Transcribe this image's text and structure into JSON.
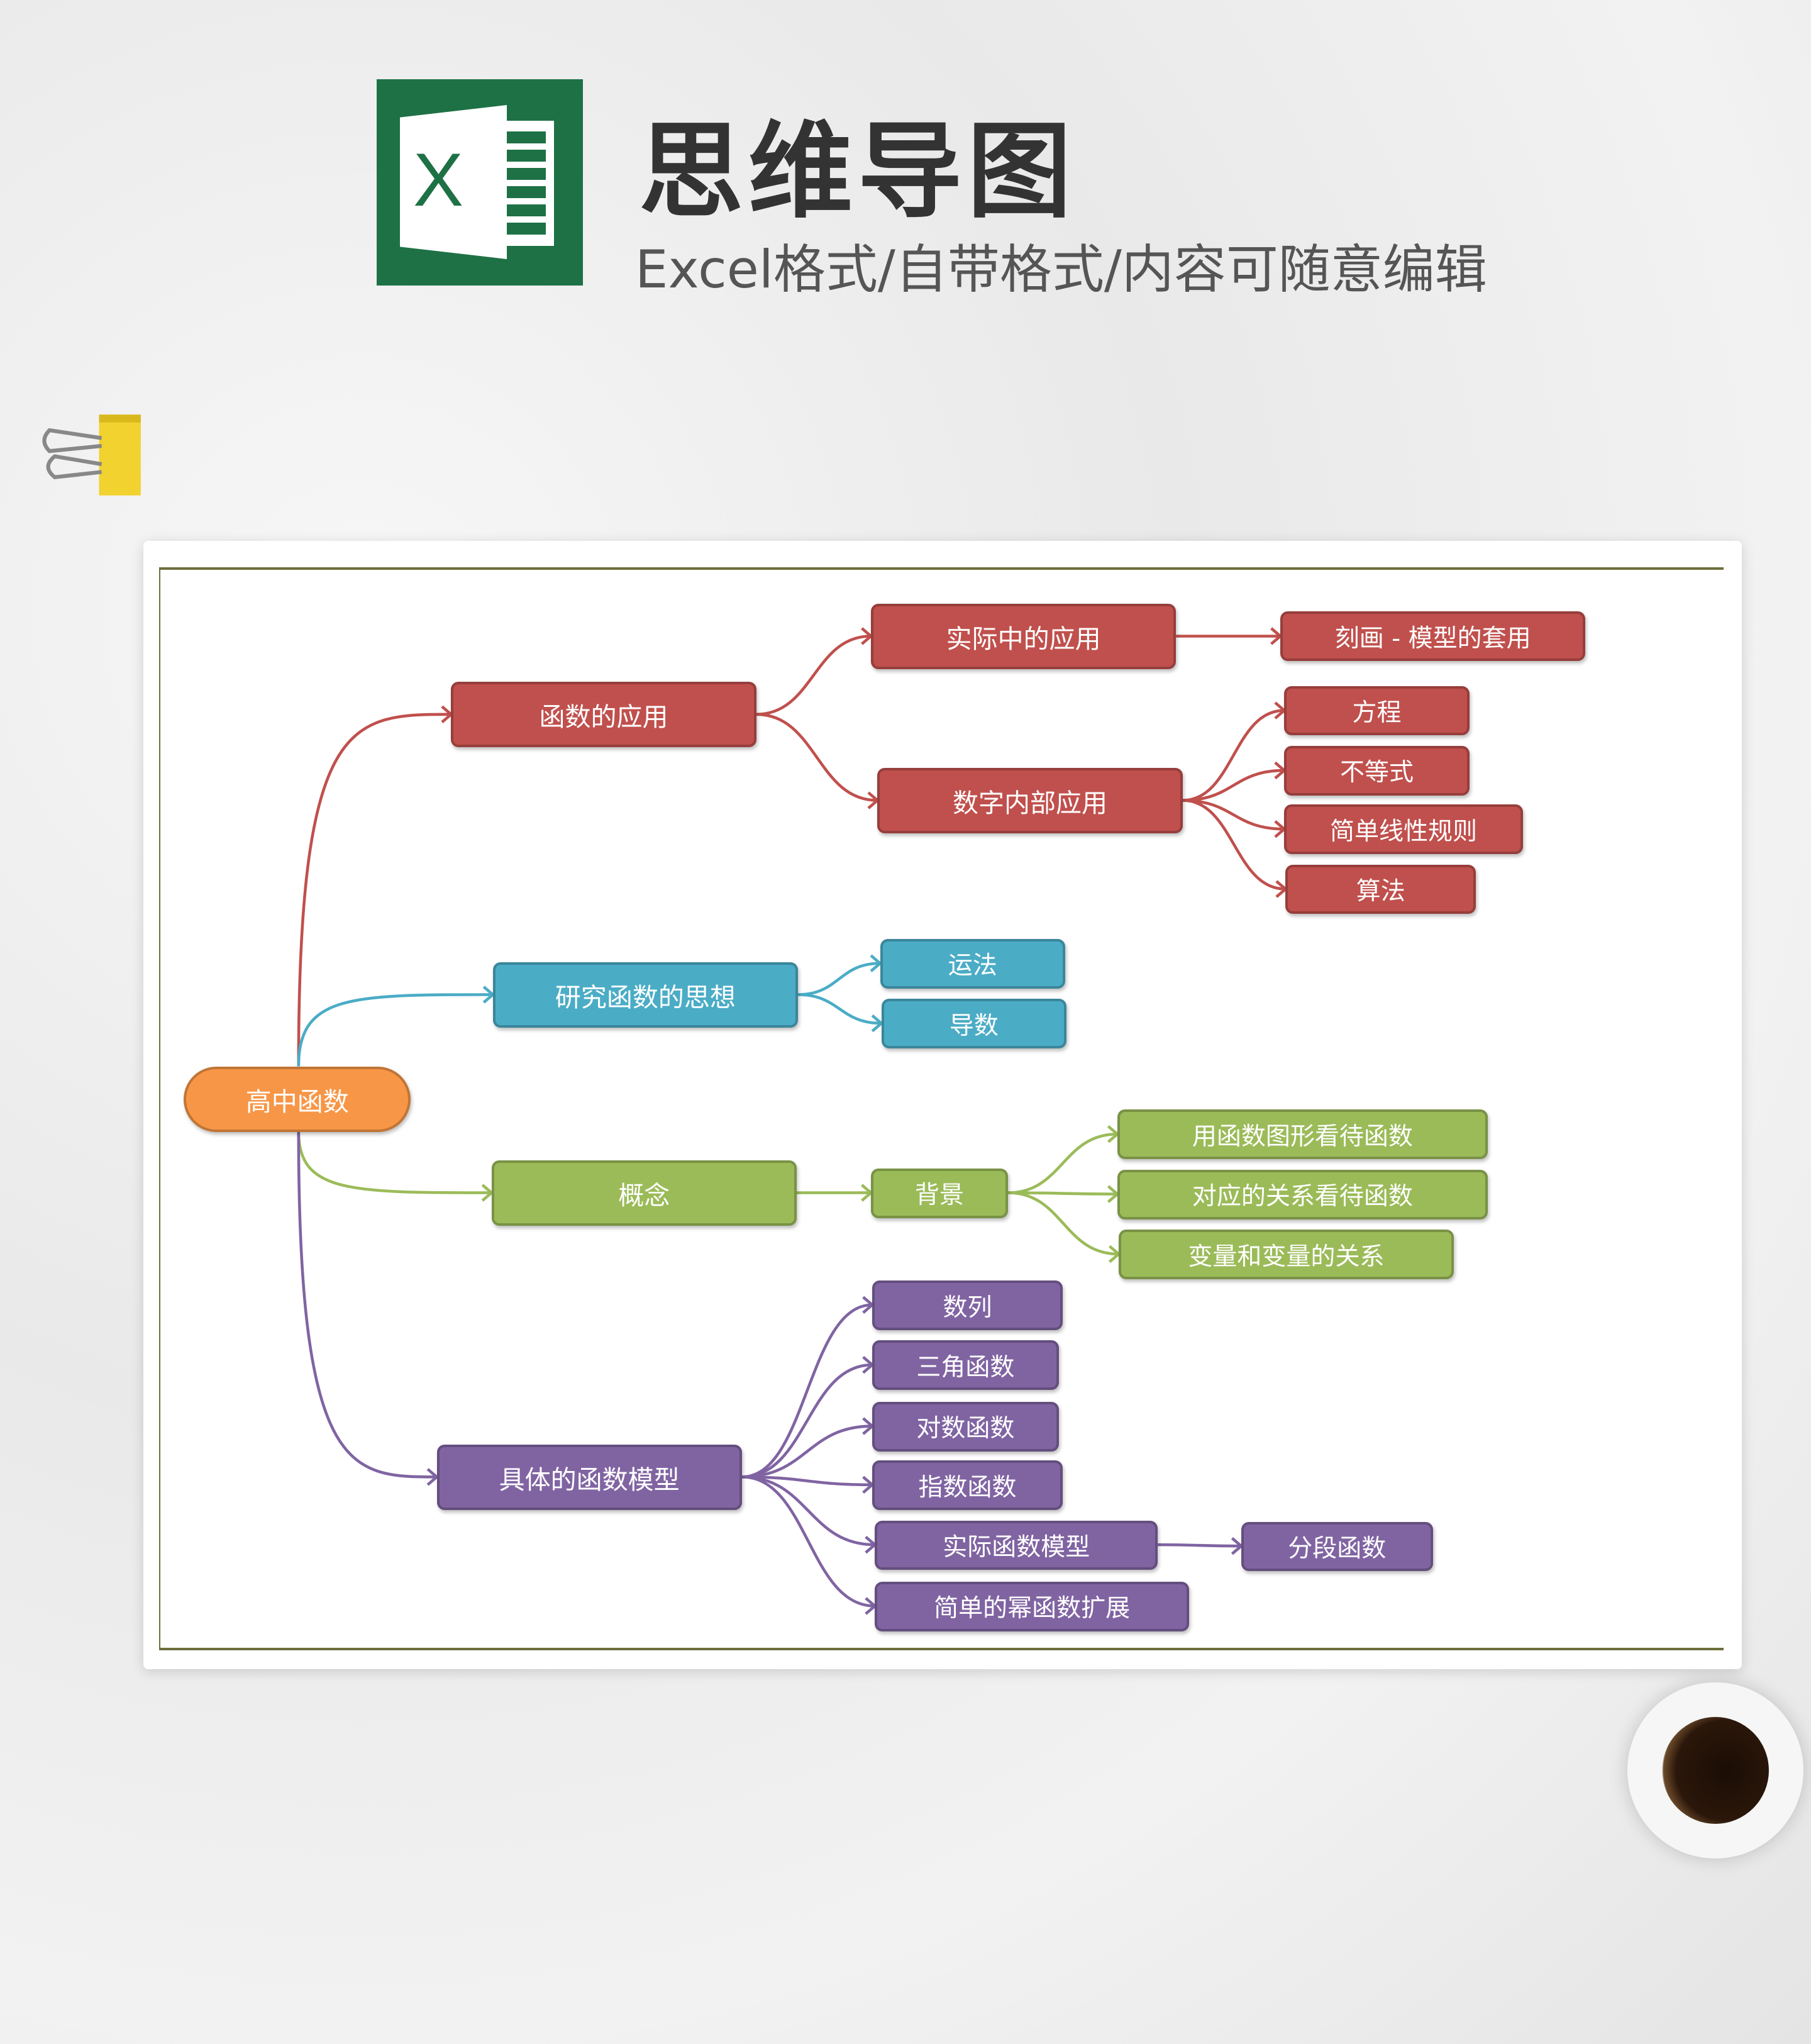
{
  "header": {
    "title": "思维导图",
    "subtitle": "Excel格式/自带格式/内容可随意编辑",
    "logo_letter": "X"
  },
  "colors": {
    "root": "#f79646",
    "red": "#c0504d",
    "blue": "#4bacc6",
    "green": "#9bbb59",
    "purple": "#8064a2",
    "logo": "#1e7145"
  },
  "mindmap": {
    "root": "高中函数",
    "nodes": {
      "n1": "函数的应用",
      "n1a": "实际中的应用",
      "n1a1": "刻画 - 模型的套用",
      "n1b": "数字内部应用",
      "n1b1": "方程",
      "n1b2": "不等式",
      "n1b3": "简单线性规则",
      "n1b4": "算法",
      "n2": "研究函数的思想",
      "n2a": "运法",
      "n2b": "导数",
      "n3": "概念",
      "n3a": "背景",
      "n3a1": "用函数图形看待函数",
      "n3a2": "对应的关系看待函数",
      "n3a3": "变量和变量的关系",
      "n4": "具体的函数模型",
      "n4a": "数列",
      "n4b": "三角函数",
      "n4c": "对数函数",
      "n4d": "指数函数",
      "n4e": "实际函数模型",
      "n4e1": "分段函数",
      "n4f": "简单的幂函数扩展"
    }
  }
}
